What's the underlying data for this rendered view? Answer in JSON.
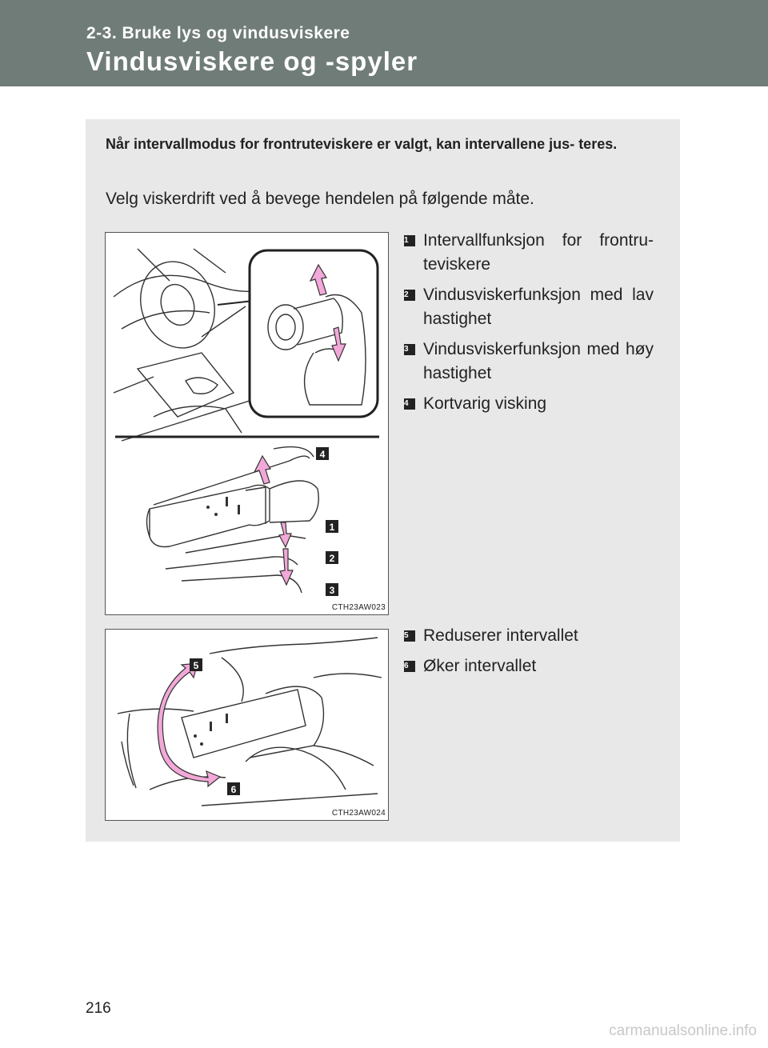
{
  "header": {
    "section": "2-3. Bruke lys og vindusviskere",
    "title": "Vindusviskere og -spyler"
  },
  "intro": {
    "bold": "Når intervallmodus for frontruteviskere er valgt, kan intervallene jus- teres.",
    "text": "Velg viskerdrift ved å bevege hendelen på følgende måte."
  },
  "figure1": {
    "code": "CTH23AW023",
    "badges": [
      "4",
      "1",
      "2",
      "3"
    ]
  },
  "figure2": {
    "code": "CTH23AW024",
    "badges": [
      "5",
      "6"
    ]
  },
  "list1": [
    {
      "num": "1",
      "text": "Intervallfunksjon for frontru- teviskere"
    },
    {
      "num": "2",
      "text": "Vindusviskerfunksjon med lav hastighet"
    },
    {
      "num": "3",
      "text": "Vindusviskerfunksjon med høy hastighet"
    },
    {
      "num": "4",
      "text": "Kortvarig visking"
    }
  ],
  "list2": [
    {
      "num": "5",
      "text": "Reduserer intervallet"
    },
    {
      "num": "6",
      "text": "Øker intervallet"
    }
  ],
  "colors": {
    "header_bg": "#707c78",
    "panel_bg": "#e8e8e8",
    "arrow_pink": "#f2a8d8"
  },
  "page": {
    "number": "216",
    "watermark": "carmanualsonline.info"
  }
}
